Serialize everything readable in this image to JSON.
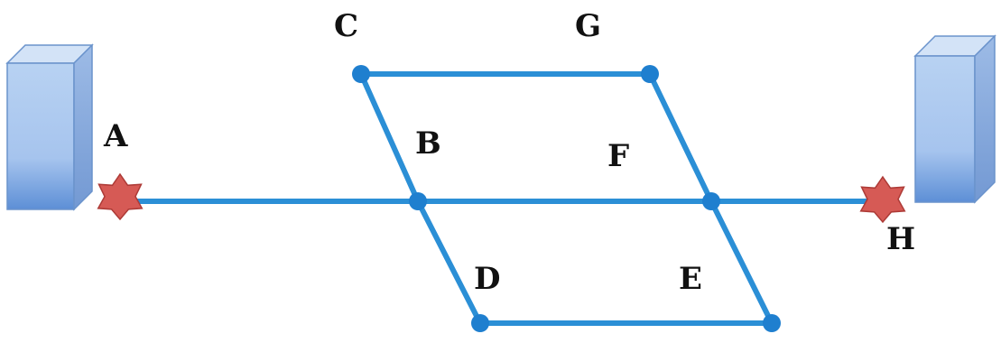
{
  "labels": {
    "A": "A",
    "B": "B",
    "C": "C",
    "D": "D",
    "E": "E",
    "F": "F",
    "G": "G",
    "H": "H"
  },
  "colors": {
    "link": "#2b8fd6",
    "node": "#1f7fcf",
    "endpoint": "#d9534f",
    "endpoint_stroke": "#b03a36",
    "server_front": "#aac8ef",
    "server_top": "#cfe0f7",
    "server_side": "#8fb1e2",
    "server_edge": "#5b86c7"
  },
  "icons": {
    "left_device": "server-box-icon",
    "right_device": "server-box-icon",
    "endpoints": "star-icon"
  }
}
